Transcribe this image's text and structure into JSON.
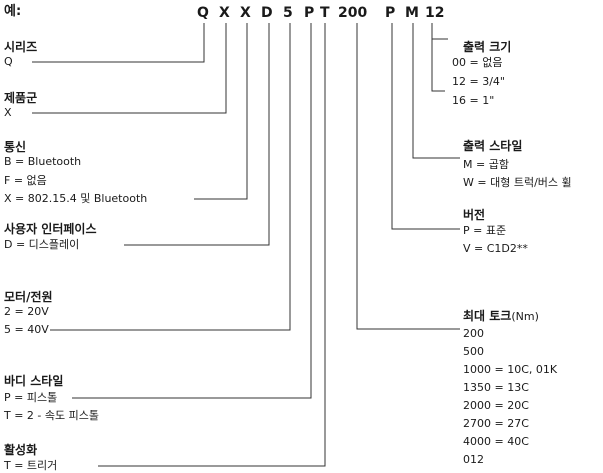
{
  "example_label": "예:",
  "code_chars": [
    "Q",
    "X",
    "X",
    "D",
    "5",
    "P",
    "T",
    "200",
    "P",
    "M",
    "12"
  ],
  "groups": {
    "series": {
      "title": "시리즈",
      "lines": [
        "Q"
      ]
    },
    "product_group": {
      "title": "제품군",
      "lines": [
        "X"
      ]
    },
    "comm": {
      "title": "통신",
      "lines": [
        "B = Bluetooth",
        "F = 없음",
        "X = 802.15.4 및 Bluetooth"
      ]
    },
    "ui": {
      "title": "사용자 인터페이스",
      "lines": [
        "D = 디스플레이"
      ]
    },
    "motor": {
      "title": "모터/전원",
      "lines": [
        "2 = 20V",
        "5 = 40V"
      ]
    },
    "body": {
      "title": "바디 스타일",
      "lines": [
        "P = 피스톨",
        "T = 2 - 속도 피스톨"
      ]
    },
    "activation": {
      "title": "활성화",
      "lines": [
        "T = 트리거"
      ]
    },
    "output_size": {
      "title": "출력 크기",
      "lines": [
        "00 = 없음",
        "12 = 3/4\"",
        "16 = 1\""
      ]
    },
    "output_style": {
      "title": "출력 스타일",
      "lines": [
        "M = 곱함",
        "W = 대형 트럭/버스 휠"
      ]
    },
    "version": {
      "title": "버전",
      "lines": [
        "P = 표준",
        "V = C1D2**"
      ]
    },
    "max_torque": {
      "title": "최대 토크",
      "title_unit": "(Nm)",
      "lines": [
        "200",
        "500",
        "1000 = 10C, 01K",
        "1350 = 13C",
        "2000 = 20C",
        "2700 = 27C",
        "4000 = 40C",
        "012"
      ]
    }
  },
  "colors": {
    "line": "#333333",
    "text": "#1a1a1a"
  }
}
